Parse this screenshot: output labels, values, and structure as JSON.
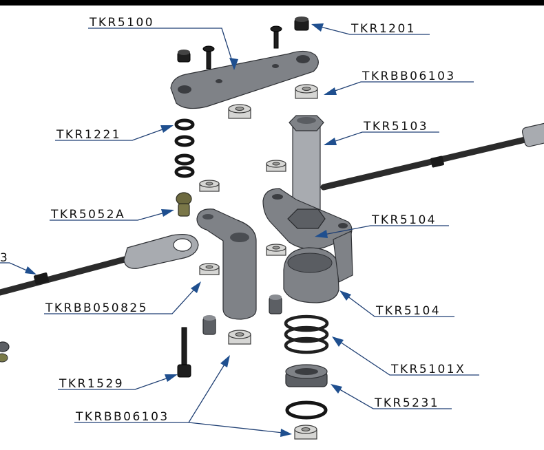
{
  "labels": {
    "tkr5100": "TKR5100",
    "tkr1201": "TKR1201",
    "tkrbb06103_top": "TKRBB06103",
    "tkr1221": "TKR1221",
    "tkr5103": "TKR5103",
    "tkr5052a": "TKR5052A",
    "tkr5104_upper": "TKR5104",
    "left_edge": "3",
    "tkrbb050825": "TKRBB050825",
    "tkr5104_lower": "TKR5104",
    "tkr5101x": "TKR5101X",
    "tkr1529": "TKR1529",
    "tkr5231": "TKR5231",
    "tkrbb06103_bottom": "TKRBB06103"
  },
  "colors": {
    "leader_line": "#1f3f73",
    "arrow_head": "#1f4f8f",
    "part_steel": "#7f8287",
    "top_bar": "#000000"
  }
}
